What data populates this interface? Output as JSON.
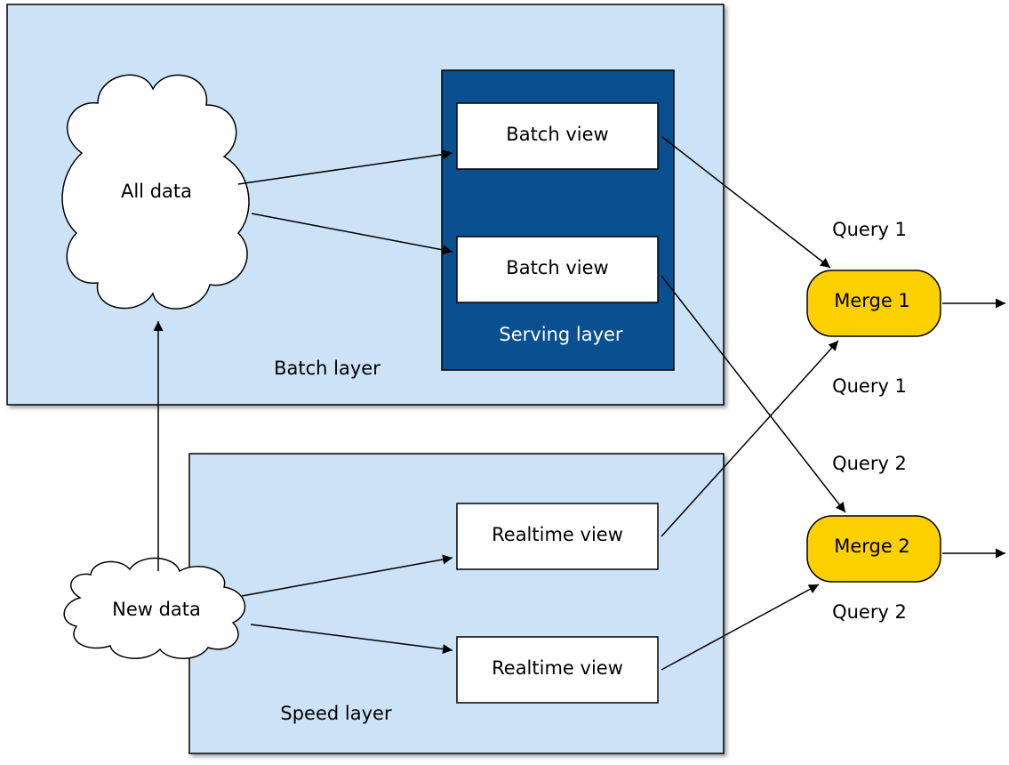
{
  "batch_layer": {
    "label": "Batch layer"
  },
  "speed_layer": {
    "label": "Speed layer"
  },
  "serving_layer": {
    "label": "Serving layer",
    "views": [
      "Batch view",
      "Batch view"
    ]
  },
  "realtime_views": [
    "Realtime view",
    "Realtime view"
  ],
  "sources": {
    "all_data": "All data",
    "new_data": "New data"
  },
  "merges": [
    "Merge 1",
    "Merge 2"
  ],
  "queries": [
    "Query 1",
    "Query 1",
    "Query 2",
    "Query 2"
  ],
  "colors": {
    "layer_fill": "#cce2f7",
    "serving_fill": "#0a5090",
    "merge_fill": "#fdd000",
    "box_fill": "#ffffff",
    "stroke": "#000000"
  }
}
